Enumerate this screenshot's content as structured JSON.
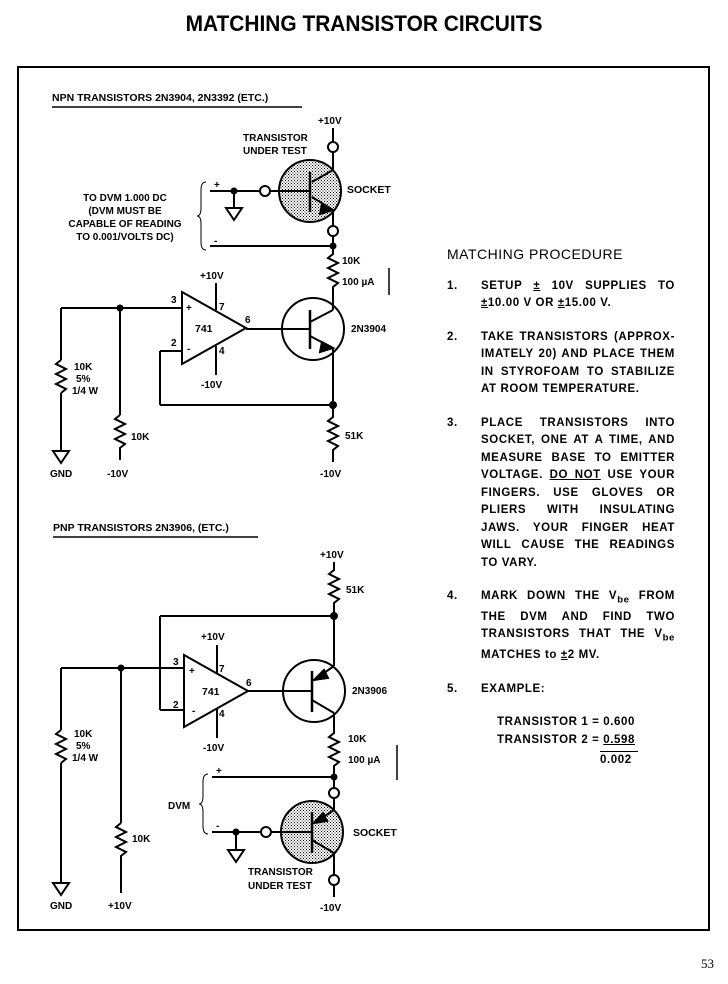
{
  "page": {
    "title": "MATCHING TRANSISTOR CIRCUITS",
    "page_number": "53"
  },
  "npn_circuit": {
    "heading": "NPN TRANSISTORS 2N3904, 2N3392 (ETC.)",
    "supply_top": "+10V",
    "dut_label_line1": "TRANSISTOR",
    "dut_label_line2": "UNDER TEST",
    "socket_label": "SOCKET",
    "dvm_plus": "+",
    "dvm_minus": "-",
    "dvm_note_lines": [
      "TO DVM 1.000 DC",
      "(DVM MUST BE",
      "CAPABLE OF READING",
      "TO 0.001/VOLTS DC)"
    ],
    "r_collector": "10K",
    "current": "100 µA",
    "opamp": "741",
    "opamp_vplus": "+10V",
    "opamp_vminus": "-10V",
    "pin3": "3",
    "pin2": "2",
    "pin7": "7",
    "pin4": "4",
    "pin6": "6",
    "in_plus": "+",
    "in_minus": "-",
    "transistor": "2N3904",
    "r_divider_lines": [
      "10K",
      "5%",
      "1/4 W"
    ],
    "r_bias": "10K",
    "r_emitter": "51K",
    "gnd": "GND",
    "bias_supply": "-10V",
    "emitter_supply": "-10V"
  },
  "pnp_circuit": {
    "heading": "PNP TRANSISTORS 2N3906, (ETC.)",
    "supply_top": "+10V",
    "r_emitter": "51K",
    "opamp": "741",
    "opamp_vplus": "+10V",
    "opamp_vminus": "-10V",
    "pin3": "3",
    "pin2": "2",
    "pin7": "7",
    "pin4": "4",
    "pin6": "6",
    "in_plus": "+",
    "in_minus": "-",
    "transistor": "2N3906",
    "r_collector": "10K",
    "current": "100 µA",
    "dvm_label": "DVM",
    "dvm_plus": "+",
    "dvm_minus": "-",
    "socket_label": "SOCKET",
    "dut_label_line1": "TRANSISTOR",
    "dut_label_line2": "UNDER TEST",
    "supply_bottom": "-10V",
    "r_divider_lines": [
      "10K",
      "5%",
      "1/4 W"
    ],
    "r_bias": "10K",
    "gnd": "GND",
    "bias_supply": "+10V"
  },
  "procedure": {
    "heading": "MATCHING PROCEDURE",
    "steps": [
      {
        "num": "1.",
        "text_a": "SETUP ",
        "pm1": "±",
        "text_b": " 10V SUPPLIES TO ",
        "pm2": "±",
        "text_c": "10.00 V OR ",
        "pm3": "±",
        "text_d": "15.00 V."
      },
      {
        "num": "2.",
        "text": "TAKE TRANSISTORS (APPROX-IMATELY 20) AND PLACE THEM IN STYROFOAM TO STABILIZE AT ROOM TEMPERATURE."
      },
      {
        "num": "3.",
        "text_a": "PLACE TRANSISTORS INTO SOCKET, ONE AT A TIME, AND MEASURE BASE TO EMITTER VOLTAGE. ",
        "emph": "DO NOT",
        "text_b": " USE YOUR FINGERS. USE GLOVES OR PLIERS WITH INSULATING JAWS. YOUR FINGER HEAT WILL CAUSE THE READINGS TO VARY."
      },
      {
        "num": "4.",
        "text_a": "MARK DOWN THE V",
        "sub1": "be",
        "text_b": " FROM THE DVM AND FIND TWO TRANSISTORS THAT THE V",
        "sub2": "be",
        "text_c": " MATCHES to ",
        "pm": "±",
        "text_d": "2 MV."
      },
      {
        "num": "5.",
        "text": "EXAMPLE:"
      }
    ],
    "example": {
      "row1_label": "TRANSISTOR 1 = ",
      "row1_value": "0.600",
      "row2_label": "TRANSISTOR 2 = ",
      "row2_value": "0.598",
      "difference": "0.002"
    }
  }
}
